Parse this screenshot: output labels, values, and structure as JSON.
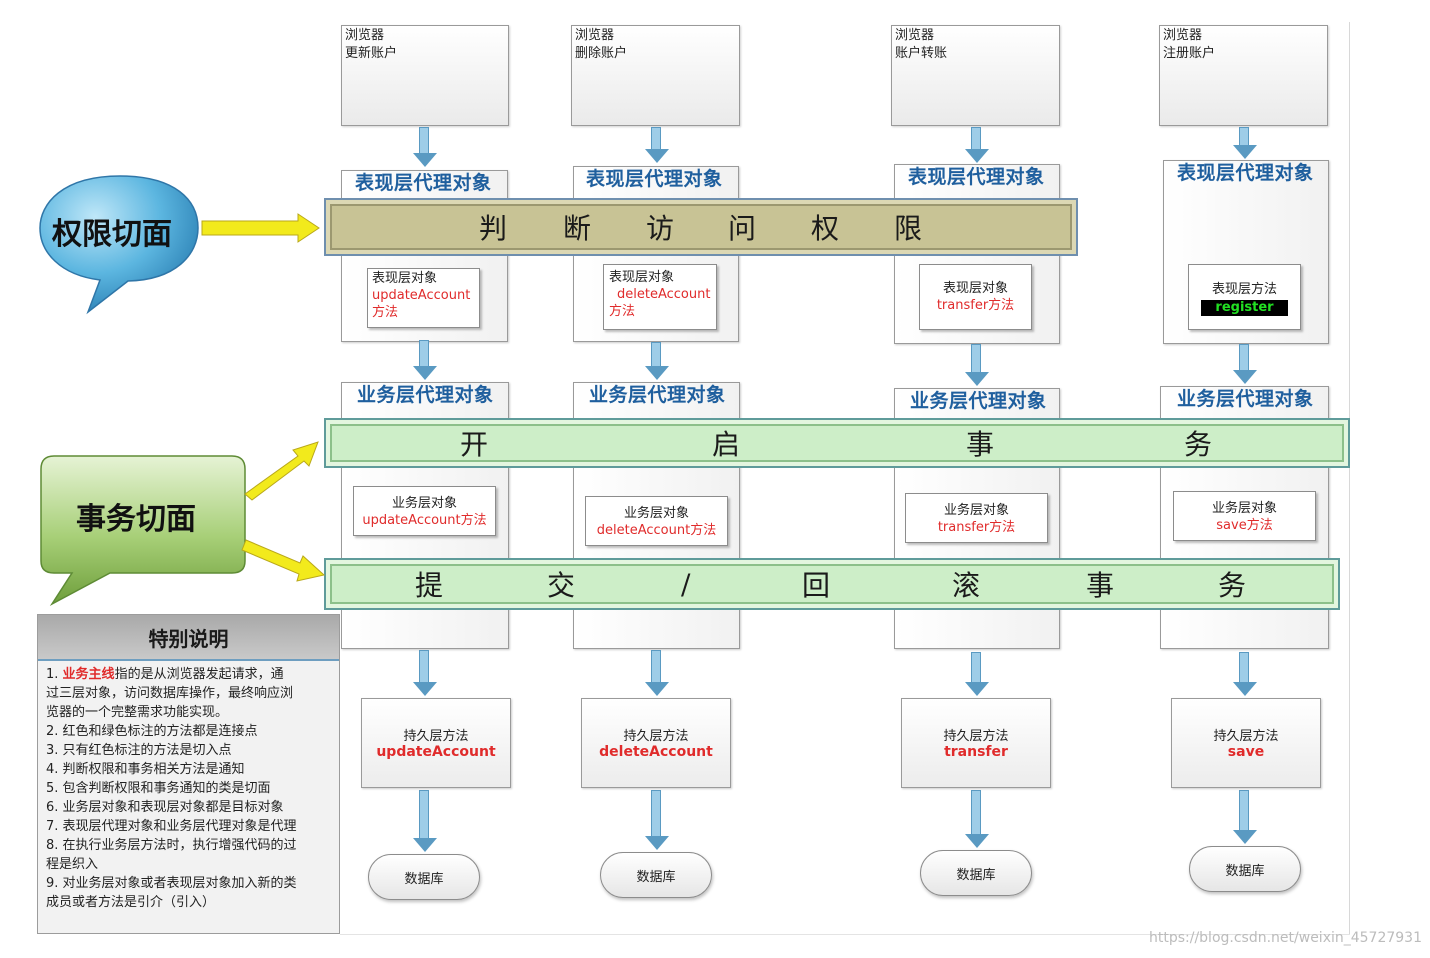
{
  "columns": [
    {
      "browser_line1": "浏览器",
      "browser_line2": "更新账户",
      "presentation_proxy": "表现层代理对象",
      "presentation_obj_label": "表现层对象",
      "presentation_method_1": "updateAccount",
      "presentation_method_2": "方法",
      "business_proxy": "业务层代理对象",
      "business_obj_label": "业务层对象",
      "business_method": "updateAccount方法",
      "persist_label": "持久层方法",
      "persist_method": "updateAccount",
      "db": "数据库"
    },
    {
      "browser_line1": "浏览器",
      "browser_line2": "删除账户",
      "presentation_proxy": "表现层代理对象",
      "presentation_obj_label": "表现层对象",
      "presentation_method_1": "deleteAccount",
      "presentation_method_2": "方法",
      "business_proxy": "业务层代理对象",
      "business_obj_label": "业务层对象",
      "business_method": "deleteAccount方法",
      "persist_label": "持久层方法",
      "persist_method": "deleteAccount",
      "db": "数据库"
    },
    {
      "browser_line1": "浏览器",
      "browser_line2": "账户转账",
      "presentation_proxy": "表现层代理对象",
      "presentation_obj_label": "表现层对象",
      "presentation_method_1": "transfer方法",
      "business_proxy": "业务层代理对象",
      "business_obj_label": "业务层对象",
      "business_method": "transfer方法",
      "persist_label": "持久层方法",
      "persist_method": "transfer",
      "db": "数据库"
    },
    {
      "browser_line1": "浏览器",
      "browser_line2": "注册账户",
      "presentation_proxy": "表现层代理对象",
      "presentation_obj_label": "表现层方法",
      "presentation_method_1": "register",
      "business_proxy": "业务层代理对象",
      "business_obj_label": "业务层对象",
      "business_method": "save方法",
      "persist_label": "持久层方法",
      "persist_method": "save",
      "db": "数据库"
    }
  ],
  "bands": {
    "auth_chars": [
      "判",
      "断",
      "访",
      "问",
      "权",
      "限"
    ],
    "begin_tx_chars": [
      "开",
      "启",
      "事",
      "务"
    ],
    "commit_chars": [
      "提",
      "交",
      "/",
      "回",
      "滚",
      "事",
      "务"
    ]
  },
  "callouts": {
    "auth_aspect": "权限切面",
    "tx_aspect": "事务切面"
  },
  "special_notes": {
    "title": "特别说明",
    "item1_prefix": "1. ",
    "item1_highlight": "业务主线",
    "item1_rest_a": "指的是从浏览器发起请求，通",
    "item1_rest_b": "过三层对象，访问数据库操作，最终响应浏",
    "item1_rest_c": "览器的一个完整需求功能实现。",
    "item2": "2. 红色和绿色标注的方法都是连接点",
    "item3": "3. 只有红色标注的方法是切入点",
    "item4": "4. 判断权限和事务相关方法是通知",
    "item5": "5. 包含判断权限和事务通知的类是切面",
    "item6": "6. 业务层对象和表现层对象都是目标对象",
    "item7": "7. 表现层代理对象和业务层代理对象是代理",
    "item8a": "8. 在执行业务层方法时，执行增强代码的过",
    "item8b": "程是织入",
    "item9a": "9. 对业务层对象或者表现层对象加入新的类",
    "item9b": "成员或者方法是引介（引入）"
  },
  "watermark": "https://blog.csdn.net/weixin_45727931",
  "colors": {
    "auth_band": "#c8c395",
    "tx_band": "#cdeec8",
    "proxy_title": "#1f5f9e",
    "pointcut_red": "#e02b2b",
    "connector_yellow": "#f2ea1c",
    "auth_bubble": "#3a9fd0",
    "tx_bubble": "#7fb04a"
  }
}
